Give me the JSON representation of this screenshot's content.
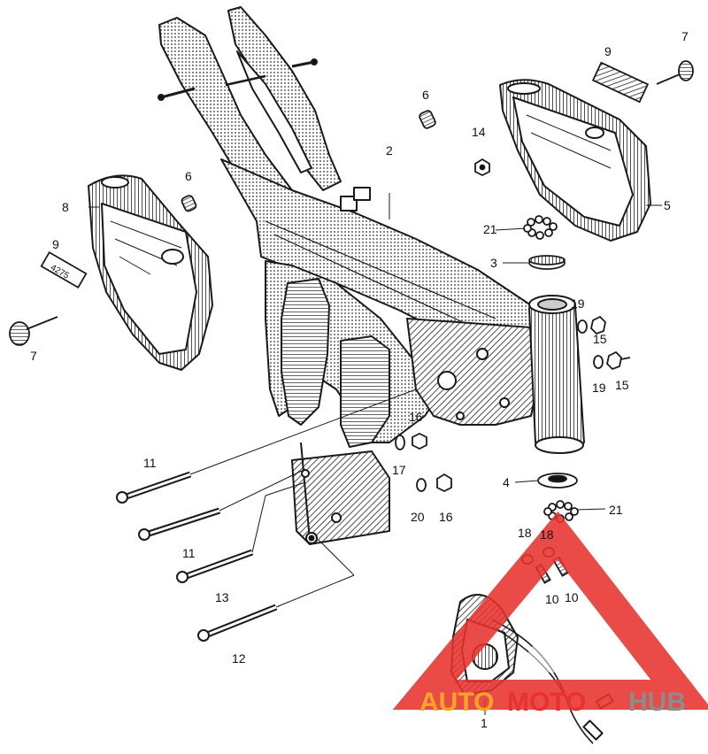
{
  "callouts": {
    "c1": "1",
    "c2": "2",
    "c3": "3",
    "c4": "4",
    "c5": "5",
    "c6a": "6",
    "c6b": "6",
    "c7a": "7",
    "c7b": "7",
    "c8": "8",
    "c9a": "9",
    "c9b": "9",
    "c10a": "10",
    "c10b": "10",
    "c11a": "11",
    "c11b": "11",
    "c12": "12",
    "c13": "13",
    "c14": "14",
    "c15a": "15",
    "c15b": "15",
    "c16a": "16",
    "c16b": "16",
    "c17": "17",
    "c18a": "18",
    "c18b": "18",
    "c19a": "19",
    "c19b": "19",
    "c20": "20",
    "c21a": "21",
    "c21b": "21"
  },
  "plate_text": "4275",
  "watermark": {
    "part1": "AUTO",
    "part2": "MOTO",
    "part3": "HUB",
    "color_orange": "#f5a623",
    "color_red": "#e8322d",
    "color_gray": "#8c8c8c"
  },
  "line_color": "#1a1a1a"
}
